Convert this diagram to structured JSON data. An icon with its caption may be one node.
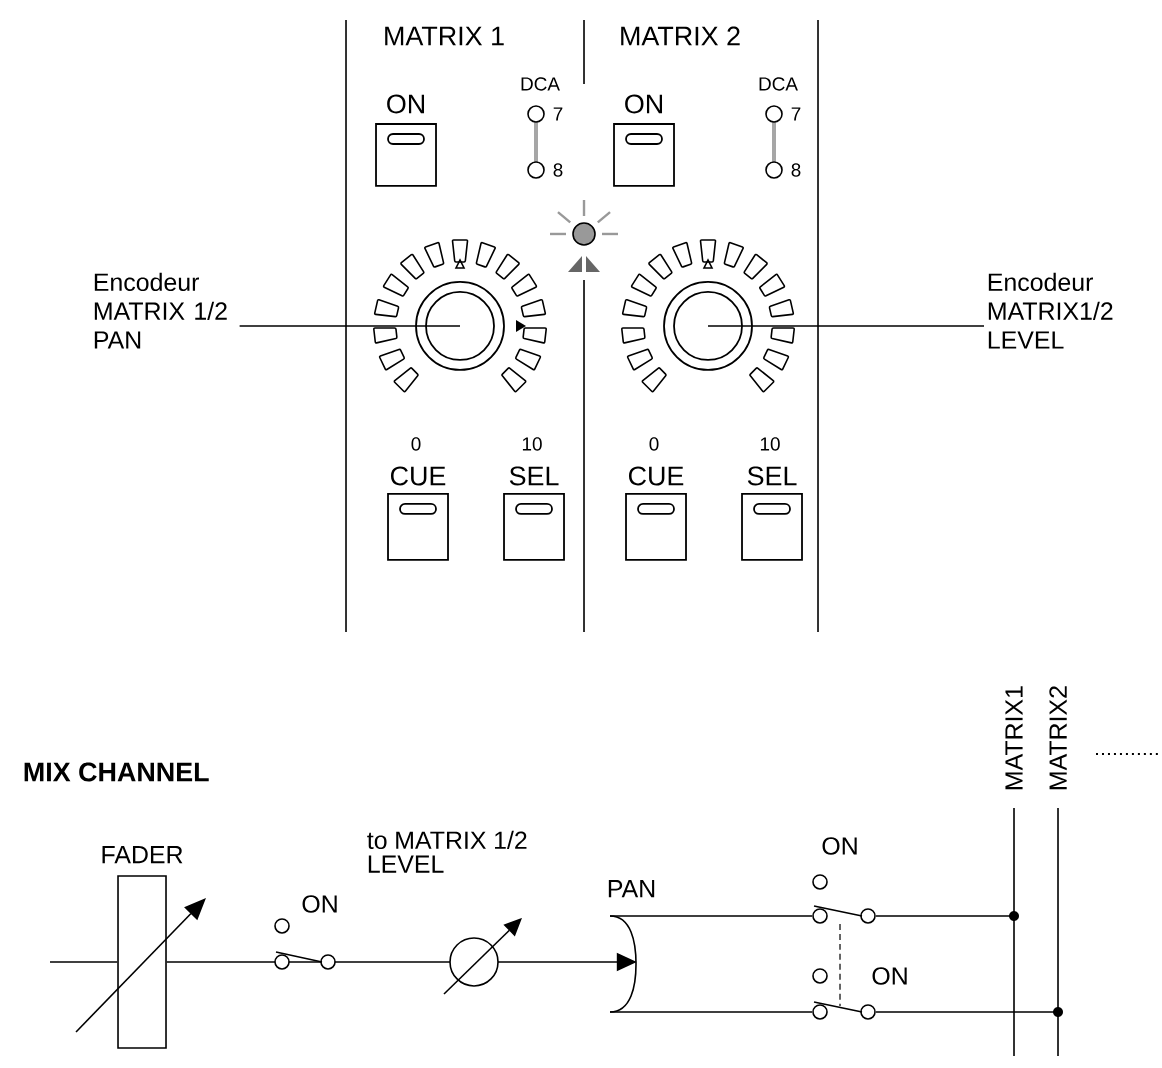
{
  "diagram": {
    "nodes": [
      {
        "text": [
          "Encodeur MATRIX 1/2 PAN"
        ]
      },
      {
        "text": [],
        "shape": "circle"
      },
      {
        "text": [
          "Encodeur MATRIX1/2 LEVEL"
        ]
      },
      {
        "text": [],
        "shape": "circle"
      },
      {
        "text": [
          "FADER"
        ]
      },
      {
        "text": [
          "PAN"
        ]
      }
    ],
    "edges": [
      {
        "from": 0,
        "to": 1,
        "arrow": "none"
      },
      {
        "from": 2,
        "to": 3,
        "arrow": "none"
      },
      {
        "from": null,
        "to": 4,
        "arrow": "none"
      },
      {
        "from": 4,
        "to": 5,
        "arrow": "to"
      }
    ],
    "labels": [
      "MATRIX 1",
      "MATRIX 2",
      "DCA",
      "DCA",
      "ON",
      "7",
      "ON",
      "7",
      "8",
      "8",
      "0",
      "10",
      "0",
      "10",
      "CUE",
      "SEL",
      "CUE",
      "SEL",
      "MIX CHANNEL",
      "MATRIX1",
      "MATRIX2",
      "ON",
      "to MATRIX 1/2 LEVEL",
      "ON",
      "ON"
    ]
  }
}
